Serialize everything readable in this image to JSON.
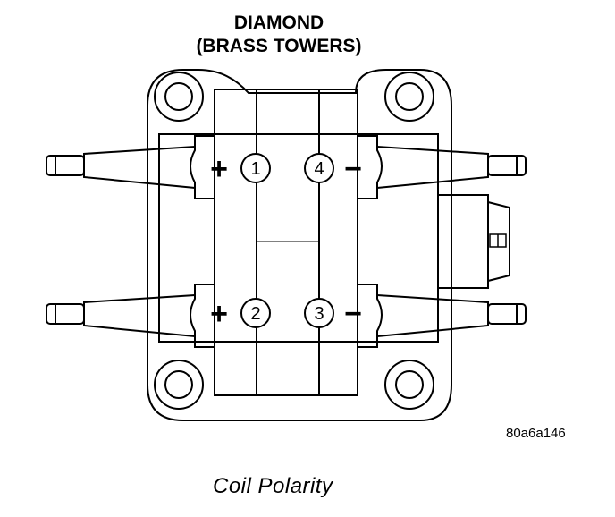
{
  "figure": {
    "title_line1": "DIAMOND",
    "title_line2": "(BRASS TOWERS)",
    "part_number": "80a6a146",
    "caption": "Coil Polarity"
  },
  "towers": [
    {
      "number": "1",
      "polarity": "+"
    },
    {
      "number": "2",
      "polarity": "+"
    },
    {
      "number": "3",
      "polarity": "−"
    },
    {
      "number": "4",
      "polarity": "−"
    }
  ]
}
